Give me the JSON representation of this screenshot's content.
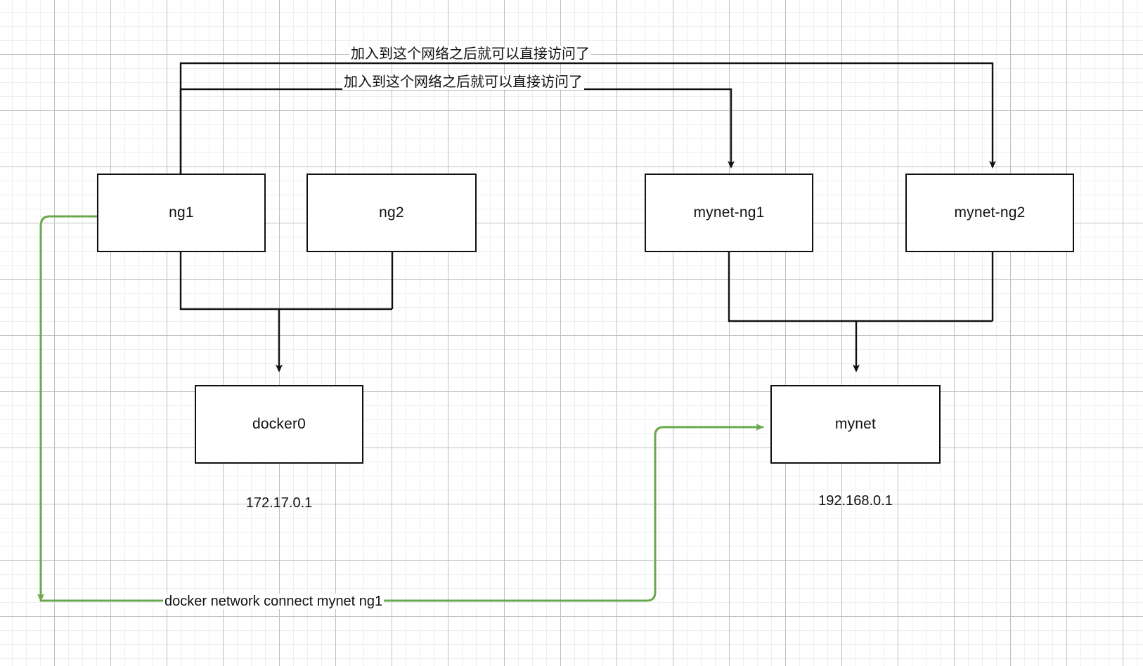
{
  "diagram": {
    "title_present": false,
    "colors": {
      "stroke": "#111111",
      "accent_green": "#6aa84f",
      "grid_major": "#bebebe",
      "grid_minor": "#eeeeee",
      "node_fill": "#ffffff"
    },
    "nodes": [
      {
        "id": "ng1",
        "label": "ng1"
      },
      {
        "id": "ng2",
        "label": "ng2"
      },
      {
        "id": "mynet-ng1",
        "label": "mynet-ng1"
      },
      {
        "id": "mynet-ng2",
        "label": "mynet-ng2"
      },
      {
        "id": "docker0",
        "label": "docker0"
      },
      {
        "id": "mynet",
        "label": "mynet"
      }
    ],
    "edge_labels": [
      {
        "id": "join-network-top",
        "text": "加入到这个网络之后就可以直接访问了"
      },
      {
        "id": "join-network-second",
        "text": "加入到这个网络之后就可以直接访问了"
      }
    ],
    "caption_labels": [
      {
        "id": "docker0-ip",
        "text": "172.17.0.1"
      },
      {
        "id": "mynet-ip",
        "text": "192.168.0.1"
      }
    ],
    "command_label": {
      "id": "docker-network-connect",
      "text": "docker network connect mynet ng1"
    }
  }
}
